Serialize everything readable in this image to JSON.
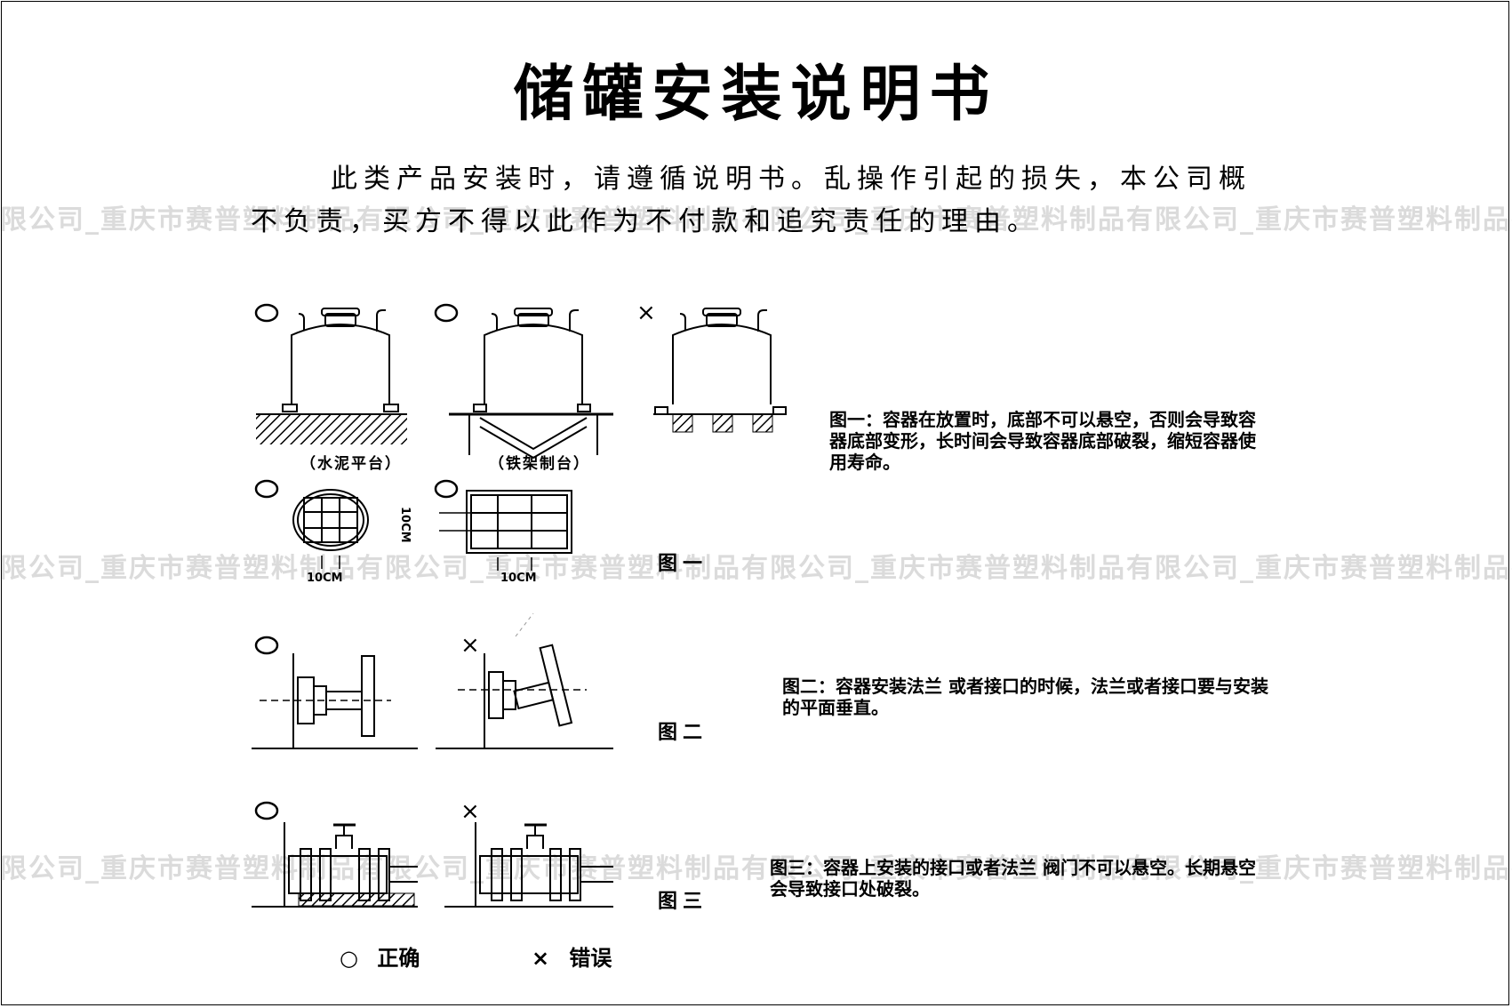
{
  "title": "储罐安装说明书",
  "intro": "此类产品安装时，请遵循说明书。乱操作引起的损失，本公司概不负责，买方不得以此作为不付款和追究责任的理由。",
  "watermark": "限公司_重庆市赛普塑料制品有限公司_重庆市赛普塑料制品有限公司_重庆市赛普塑料制品有限公司_重庆市赛普塑料制品有限公司",
  "figure1": {
    "label": "图一",
    "caption_left": "（水泥平台）",
    "caption_mid": "（铁架制台）",
    "dim_left": "10CM",
    "dim_mid": "10CM",
    "dim_vertical": "10CM",
    "note": "图一：容器在放置时，底部不可以悬空，否则会导致容器底部变形，长时间会导致容器底部破裂，缩短容器使用寿命。"
  },
  "figure2": {
    "label": "图二",
    "note": "图二：容器安装法兰 或者接口的时候，法兰或者接口要与安装的平面垂直。"
  },
  "figure3": {
    "label": "图三",
    "note": "图三：容器上安装的接口或者法兰 阀门不可以悬空。长期悬空会导致接口处破裂。"
  },
  "legend": {
    "correct_symbol": "○",
    "correct_label": "正确",
    "wrong_symbol": "×",
    "wrong_label": "错误"
  }
}
